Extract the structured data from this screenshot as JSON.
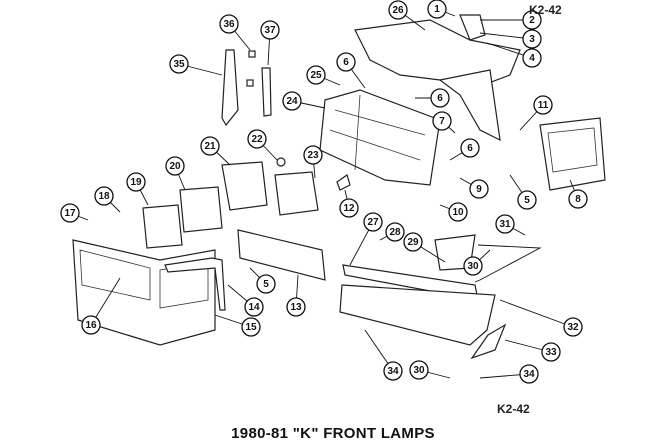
{
  "figure_code_top": "K2-42",
  "figure_code_bottom": "K2-42",
  "title": "1980-81 \"K\" FRONT LAMPS",
  "callouts": [
    "1",
    "2",
    "3",
    "4",
    "26",
    "25",
    "6",
    "24",
    "6",
    "7",
    "6",
    "9",
    "10",
    "11",
    "5",
    "8",
    "12",
    "36",
    "37",
    "35",
    "22",
    "21",
    "23",
    "20",
    "19",
    "18",
    "17",
    "27",
    "28",
    "29",
    "31",
    "30",
    "5",
    "13",
    "14",
    "15",
    "16",
    "32",
    "33",
    "34",
    "30",
    "34"
  ]
}
